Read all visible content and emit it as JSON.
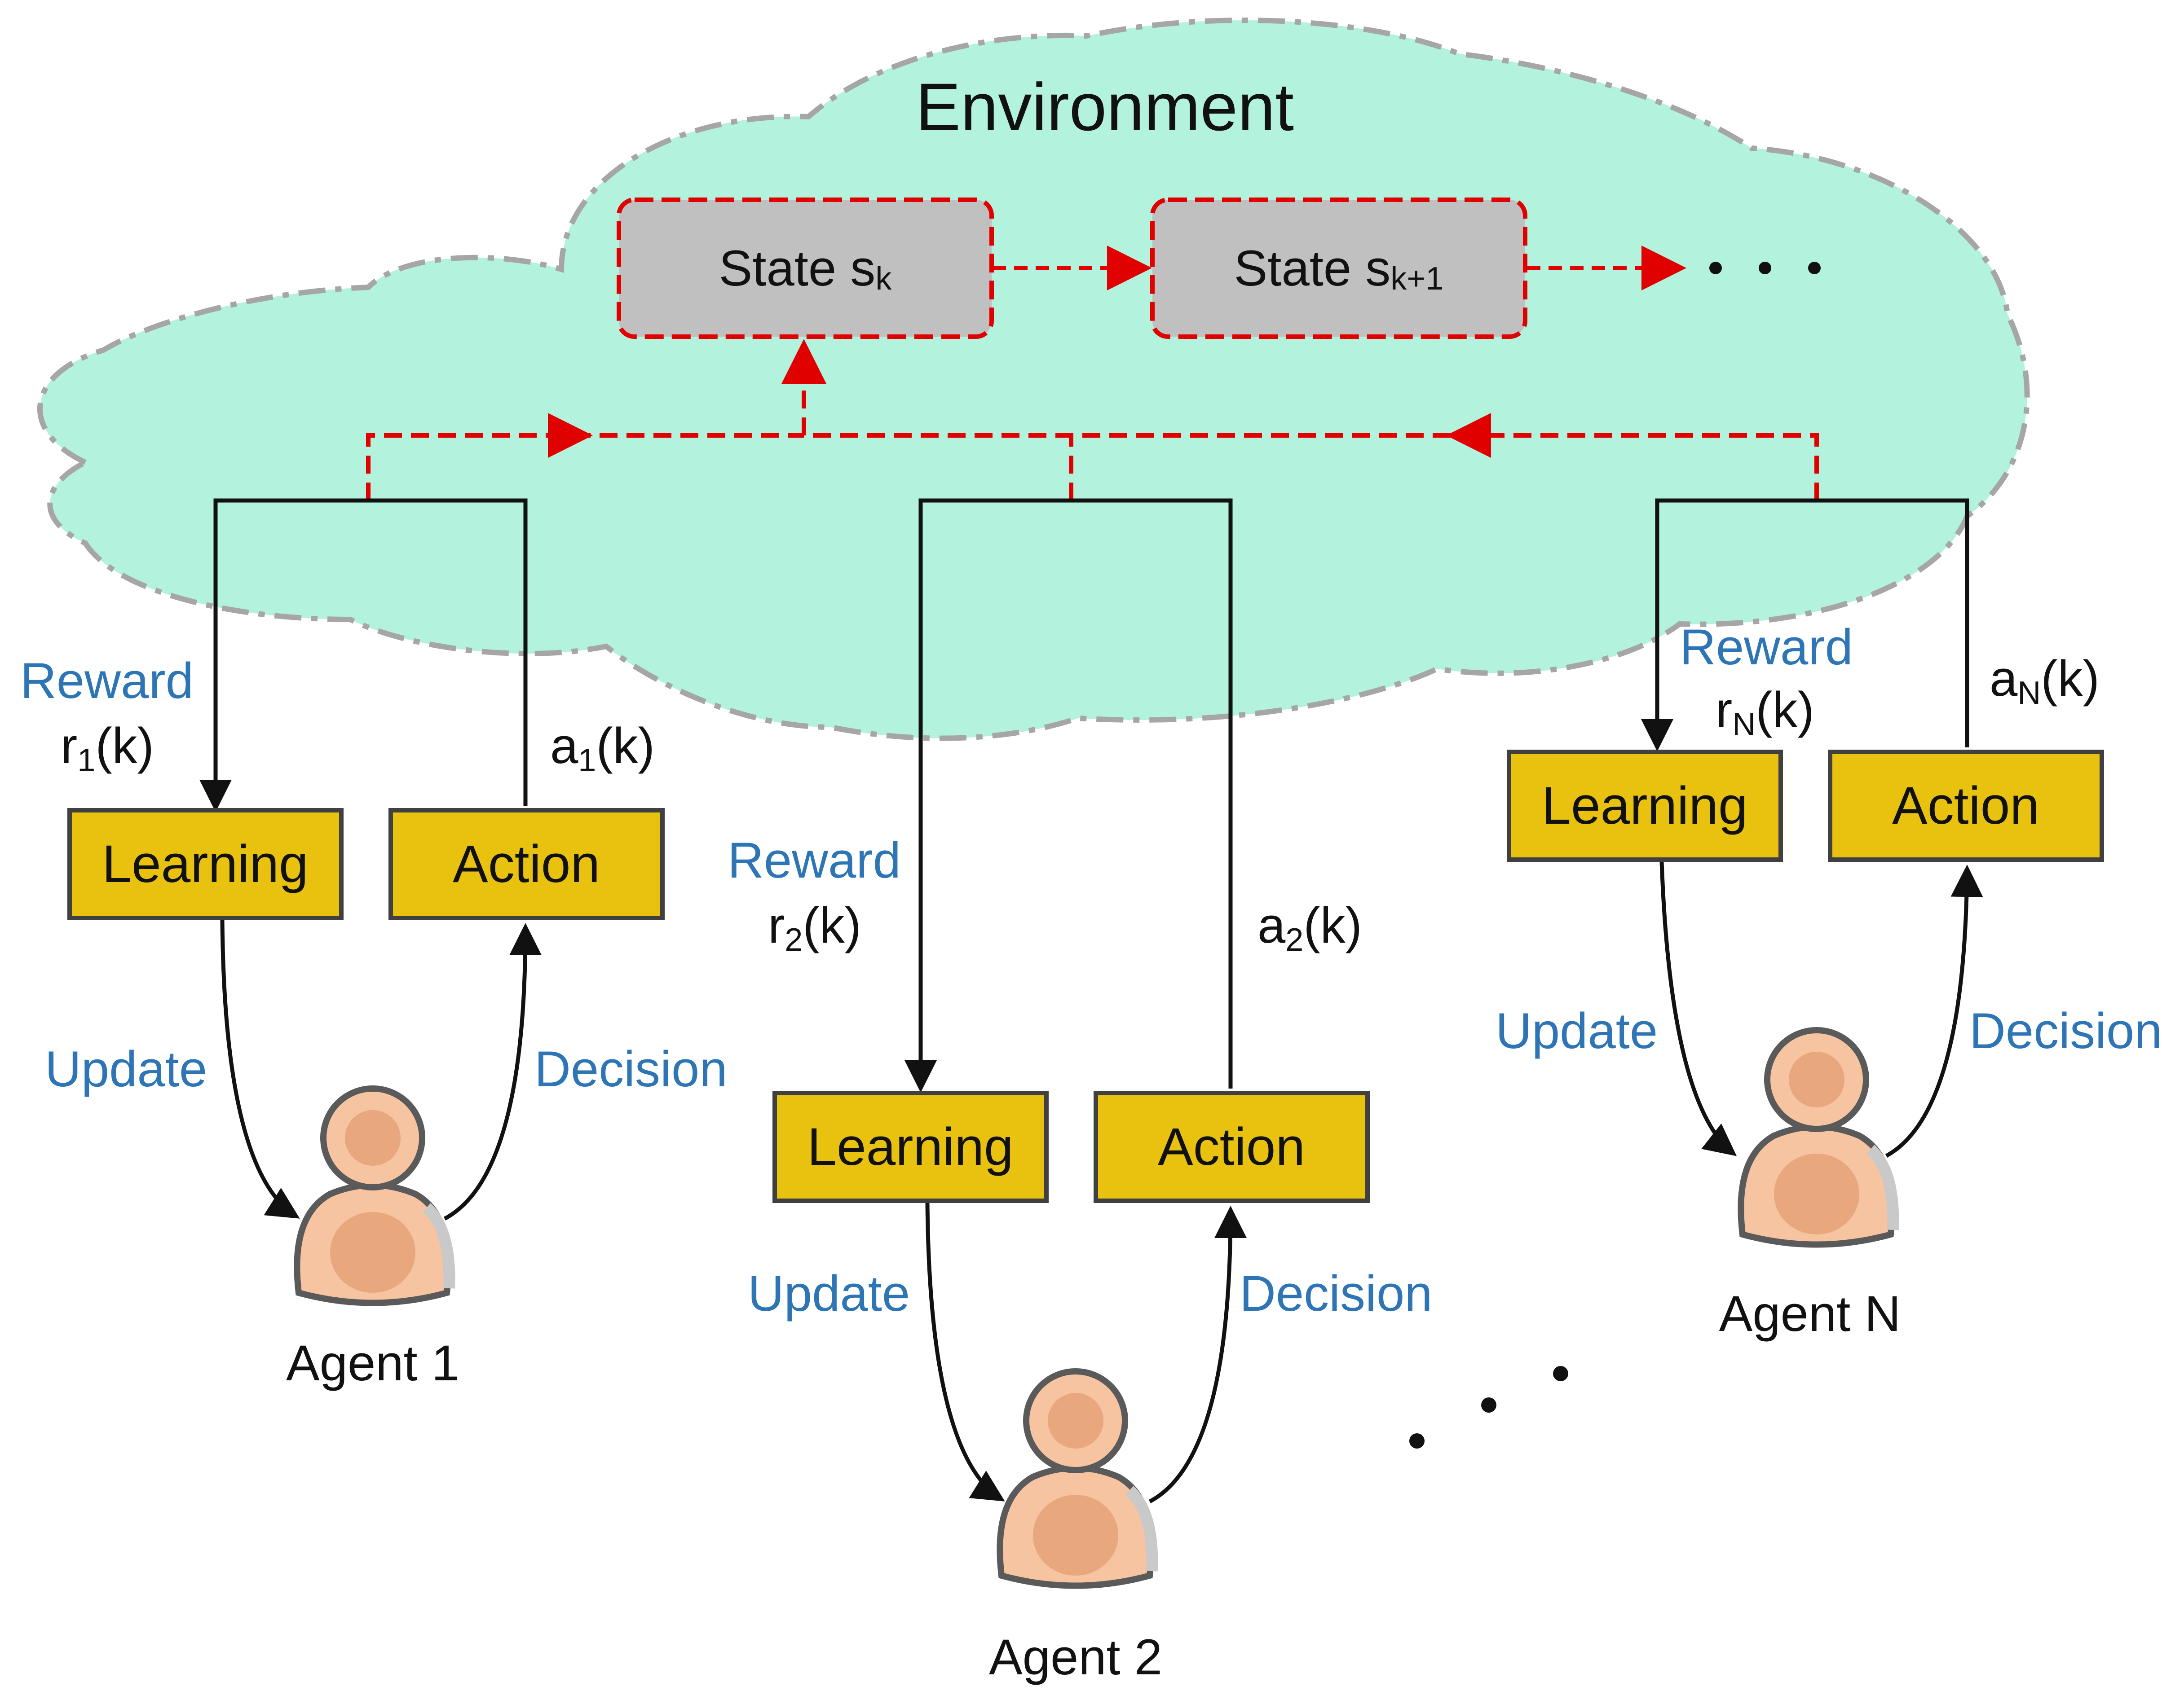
{
  "environment": {
    "title": "Environment"
  },
  "states": [
    {
      "prefix": "State s",
      "subscript": "k"
    },
    {
      "prefix": "State s",
      "subscript": "k+1"
    }
  ],
  "agents": [
    {
      "name": "Agent 1",
      "learning": "Learning",
      "action": "Action",
      "reward_word": "Reward",
      "reward_symbol": "r",
      "reward_sub": "1",
      "reward_arg": "(k)",
      "action_symbol": "a",
      "action_sub": "1",
      "action_arg": "(k)",
      "update": "Update",
      "decision": "Decision"
    },
    {
      "name": "Agent 2",
      "learning": "Learning",
      "action": "Action",
      "reward_word": "Reward",
      "reward_symbol": "r",
      "reward_sub": "2",
      "reward_arg": "(k)",
      "action_symbol": "a",
      "action_sub": "2",
      "action_arg": "(k)",
      "update": "Update",
      "decision": "Decision"
    },
    {
      "name": "Agent N",
      "learning": "Learning",
      "action": "Action",
      "reward_word": "Reward",
      "reward_symbol": "r",
      "reward_sub": "N",
      "reward_arg": "(k)",
      "action_symbol": "a",
      "action_sub": "N",
      "action_arg": "(k)",
      "update": "Update",
      "decision": "Decision"
    }
  ],
  "colors": {
    "cloud_fill": "#b3f2dc",
    "cloud_stroke": "#a6a6a6",
    "state_fill": "#c0c0c0",
    "state_stroke": "#e00000",
    "box_fill": "#e8c20e",
    "box_stroke": "#404040",
    "label_blue": "#2e75b6",
    "arrow_red": "#e00000",
    "arrow_black": "#111111",
    "agent_skin": "#f6c4a0",
    "agent_dark": "#e9a77e"
  },
  "icons": [
    "agent-person-icon",
    "ellipsis-dots-icon"
  ]
}
